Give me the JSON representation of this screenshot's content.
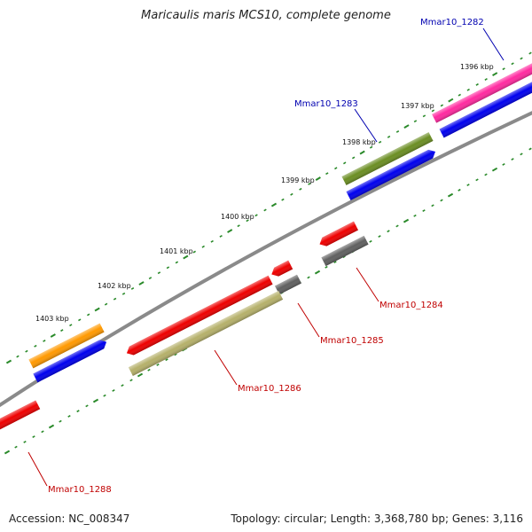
{
  "title": "Maricaulis maris MCS10, complete genome",
  "footer": {
    "accession": "Accession: NC_008347",
    "topology": "Topology: circular; Length: 3,368,780 bp; Genes: 3,116"
  },
  "colors": {
    "backbone": "#8a8a8a",
    "tick": "#2a8a2a",
    "gene_label": "#c00000",
    "highlight_label": "#0000b0"
  },
  "scale_labels": [
    "1396 kbp",
    "1397 kbp",
    "1398 kbp",
    "1399 kbp",
    "1400 kbp",
    "1401 kbp",
    "1402 kbp",
    "1403 kbp"
  ],
  "features": [
    {
      "id": "forward-orange",
      "color": "#ff9900",
      "strand": "+"
    },
    {
      "id": "forward-blue-1",
      "color": "#0000ee",
      "strand": "+"
    },
    {
      "id": "forward-olive",
      "color": "#6b8e23",
      "strand": "+"
    },
    {
      "id": "forward-blue-2",
      "color": "#0000ee",
      "strand": "+"
    },
    {
      "id": "forward-magenta",
      "color": "#ff2aa0",
      "strand": "+"
    },
    {
      "id": "forward-blue-3",
      "color": "#0000ee",
      "strand": "+"
    },
    {
      "id": "reverse-red-1",
      "color": "#ee0000",
      "strand": "-"
    },
    {
      "id": "reverse-gray-1",
      "color": "#606060",
      "strand": "-"
    },
    {
      "id": "reverse-red-2",
      "color": "#ee0000",
      "strand": "-"
    },
    {
      "id": "reverse-red-3",
      "color": "#ee0000",
      "strand": "-"
    },
    {
      "id": "reverse-gray-2",
      "color": "#606060",
      "strand": "-"
    },
    {
      "id": "reverse-khaki",
      "color": "#b5b06a",
      "strand": "-"
    },
    {
      "id": "reverse-red-4",
      "color": "#ee0000",
      "strand": "-"
    }
  ],
  "gene_labels": [
    {
      "text": "Mmar10_1282",
      "kind": "highlight"
    },
    {
      "text": "Mmar10_1283",
      "kind": "highlight"
    },
    {
      "text": "Mmar10_1284",
      "kind": "gene"
    },
    {
      "text": "Mmar10_1285",
      "kind": "gene"
    },
    {
      "text": "Mmar10_1286",
      "kind": "gene"
    },
    {
      "text": "Mmar10_1288",
      "kind": "gene"
    }
  ]
}
